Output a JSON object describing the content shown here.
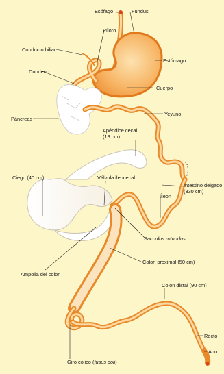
{
  "labels": {
    "esofago": "Esófago",
    "fundus": "Fundus",
    "piloro": "Píloro",
    "conducto_biliar": "Conducto biliar",
    "estomago": "Estómago",
    "duodeno": "Duodeno",
    "cuerpo": "Cuerpo",
    "pancreas": "Páncreas",
    "yeyuno": "Yeyuno",
    "apendice_line1": "Apéndice cecal",
    "apendice_line2": "(13 cm)",
    "ciego": "Ciego (40 cm)",
    "valvula": "Válvula ileocecal",
    "intestino_line1": "Intestino delgado",
    "intestino_line2": "(330 cm)",
    "ileon": "Íleon",
    "sacculus": "Sacculus rotundus",
    "ampolla": "Ampolla del colon",
    "colon_proximal": "Colon proximal (50 cm)",
    "colon_distal": "Colon distal (90 cm)",
    "recto": "Recto",
    "ano": "Ano",
    "giro_prefix": "Giro cólico (",
    "giro_italic": "fusus coli",
    "giro_suffix": ")"
  },
  "colors": {
    "background": "#fdf6c9",
    "organ_outline": "#e8892a",
    "stomach_fill": "#f4a548",
    "pale_organ": "#ffffff"
  }
}
